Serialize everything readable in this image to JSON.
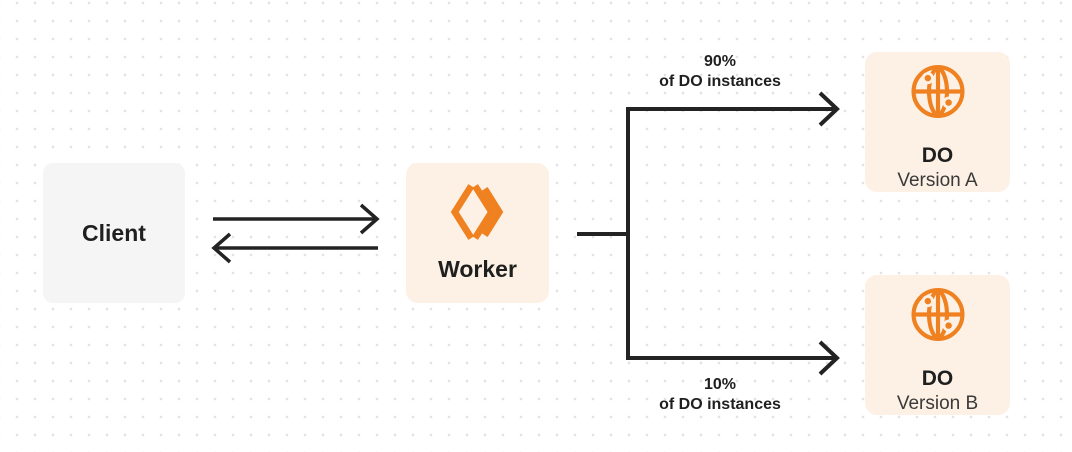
{
  "colors": {
    "orange": "#f08121",
    "cream": "#fcf1e4",
    "client-bg": "#f5f5f6",
    "line": "#232323",
    "text": "#1f1f1f",
    "subtext": "#3a3a3a",
    "dot-grid": "#e3e3e7",
    "canvas-bg": "#ffffff"
  },
  "nodes": {
    "client": {
      "label": "Client"
    },
    "worker": {
      "label": "Worker",
      "icon": "code-chevrons-icon"
    },
    "do_a": {
      "title": "DO",
      "subtitle": "Version A",
      "icon": "globe-icon"
    },
    "do_b": {
      "title": "DO",
      "subtitle": "Version B",
      "icon": "globe-icon"
    }
  },
  "edges": {
    "client_worker": {
      "direction": "bidirectional"
    },
    "split": [
      {
        "percent": "90%",
        "caption": "of DO instances"
      },
      {
        "percent": "10%",
        "caption": "of DO instances"
      }
    ]
  }
}
